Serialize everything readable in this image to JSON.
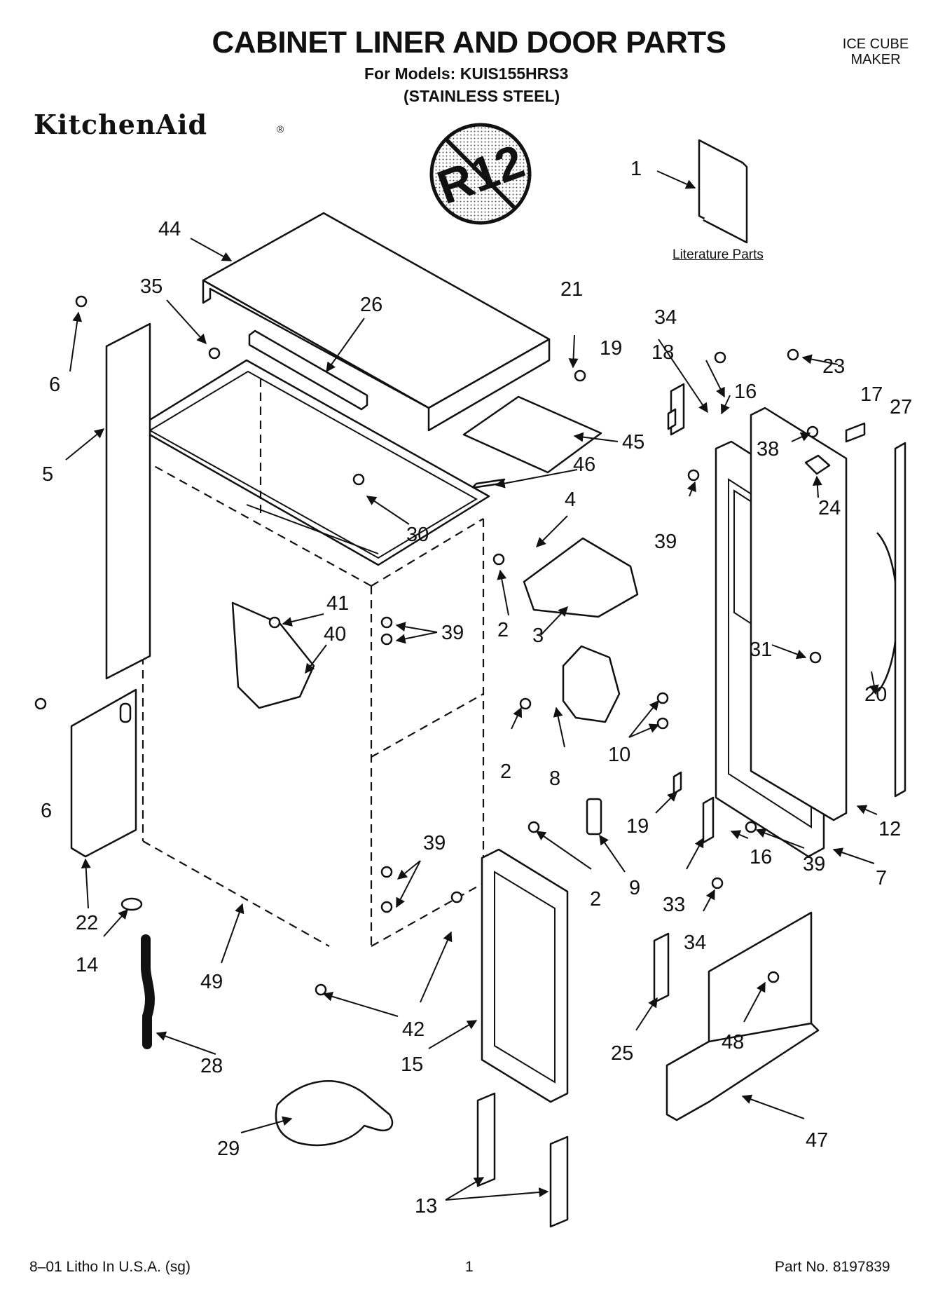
{
  "header": {
    "title": "CABINET LINER AND DOOR PARTS",
    "models_line": "For Models: KUIS155HRS3",
    "finish_line": "(STAINLESS STEEL)",
    "category": "ICE CUBE MAKER"
  },
  "brand": {
    "name": "KitchenAid",
    "mark": "®"
  },
  "badge": {
    "text": "R12"
  },
  "literature": {
    "label": "Literature Parts"
  },
  "footer": {
    "litho": "8–01 Litho In U.S.A. (sg)",
    "page": "1",
    "part_no": "Part No. 8197839"
  },
  "callouts": [
    "1",
    "2",
    "2",
    "2",
    "3",
    "4",
    "5",
    "6",
    "6",
    "7",
    "8",
    "9",
    "10",
    "12",
    "13",
    "14",
    "15",
    "16",
    "16",
    "17",
    "18",
    "19",
    "19",
    "20",
    "21",
    "22",
    "23",
    "24",
    "25",
    "26",
    "27",
    "28",
    "29",
    "30",
    "31",
    "33",
    "34",
    "34",
    "35",
    "38",
    "39",
    "39",
    "39",
    "39",
    "40",
    "41",
    "42",
    "44",
    "45",
    "46",
    "47",
    "48",
    "49"
  ]
}
